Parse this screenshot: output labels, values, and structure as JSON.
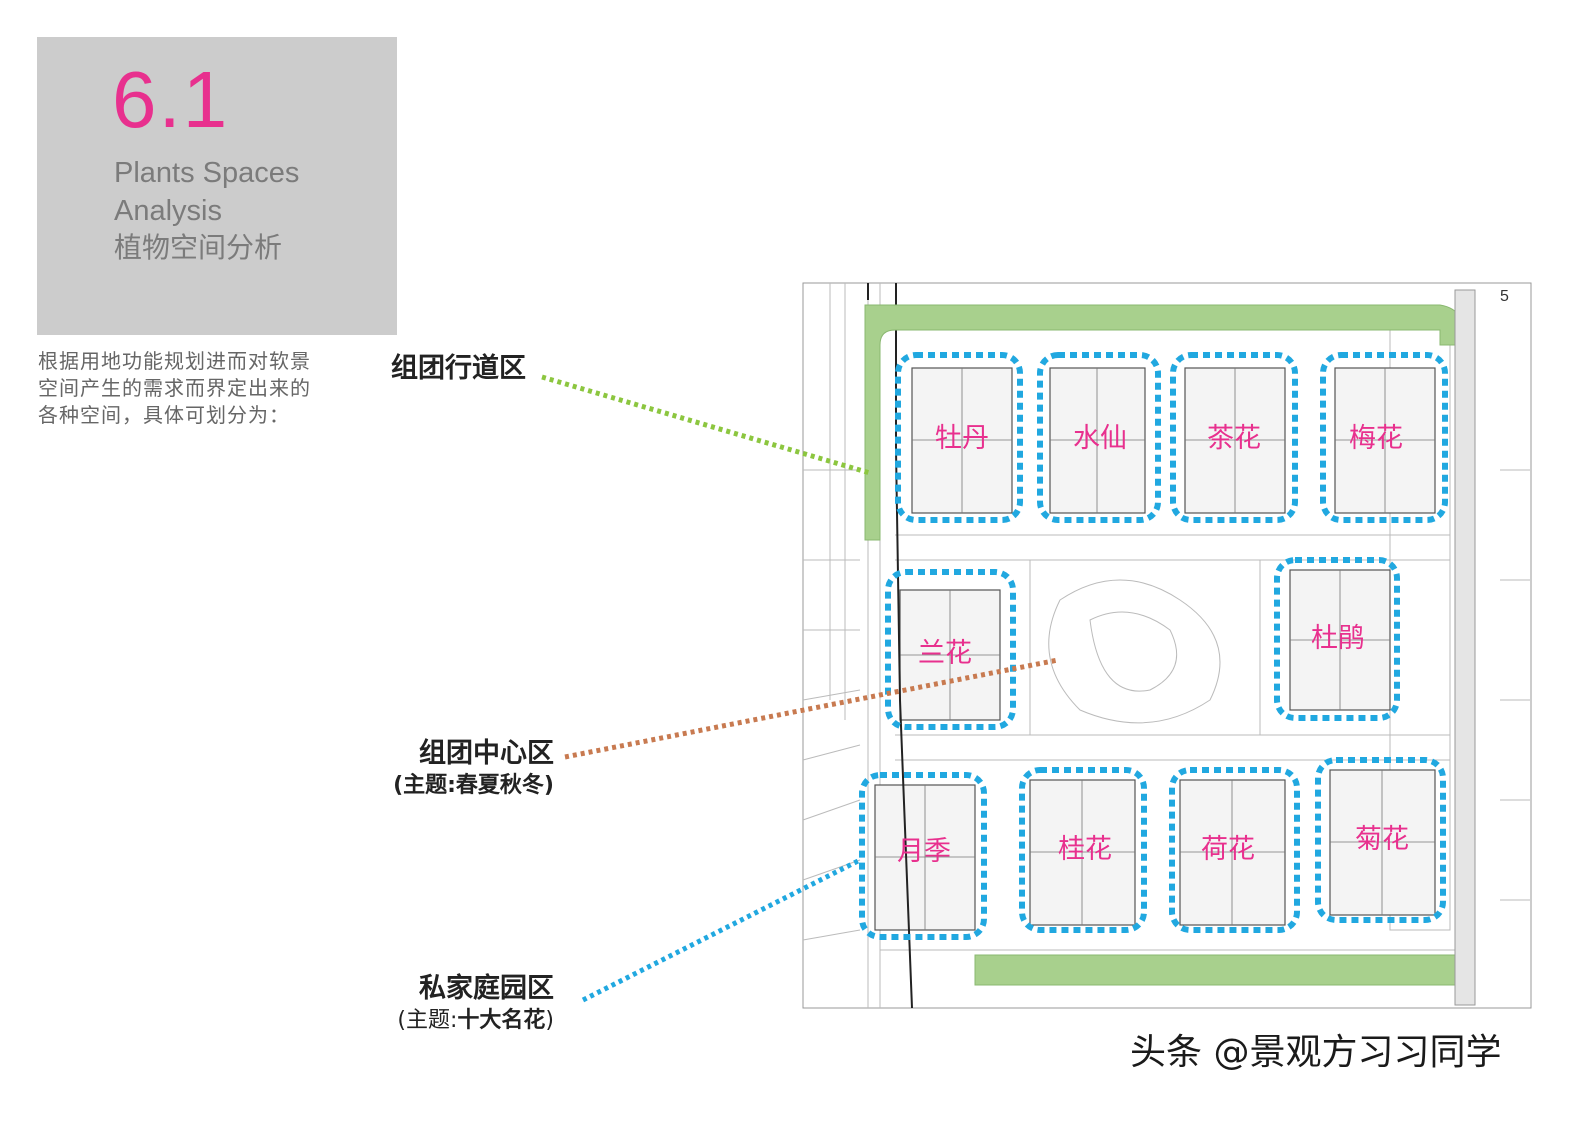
{
  "header": {
    "section_number": "6.1",
    "title_en_line1": "Plants Spaces",
    "title_en_line2": "Analysis",
    "title_cn": "植物空间分析"
  },
  "intro": {
    "line1": "根据用地功能规划进而对软景",
    "line2": "空间产生的需求而界定出来的",
    "line3": "各种空间，具体可划分为："
  },
  "zones": {
    "walkway": {
      "title": "组团行道区",
      "color": "#8cc63f"
    },
    "center": {
      "title": "组团中心区",
      "subtitle": "(主题:春夏秋冬)",
      "color": "#c87a50"
    },
    "garden": {
      "title": "私家庭园区",
      "subtitle_prefix": "(主题:",
      "subtitle_emph": "十大名花",
      "subtitle_suffix": ")",
      "color": "#21a8e0"
    }
  },
  "plan": {
    "page_number": "5",
    "flower_labels": [
      "牡丹",
      "水仙",
      "茶花",
      "梅花",
      "兰花",
      "杜鹃",
      "月季",
      "桂花",
      "荷花",
      "菊花"
    ],
    "flower_label_color": "#e8308e",
    "green_strip_color": "#a8d08d"
  },
  "watermark": "头条 @景观方习习同学"
}
